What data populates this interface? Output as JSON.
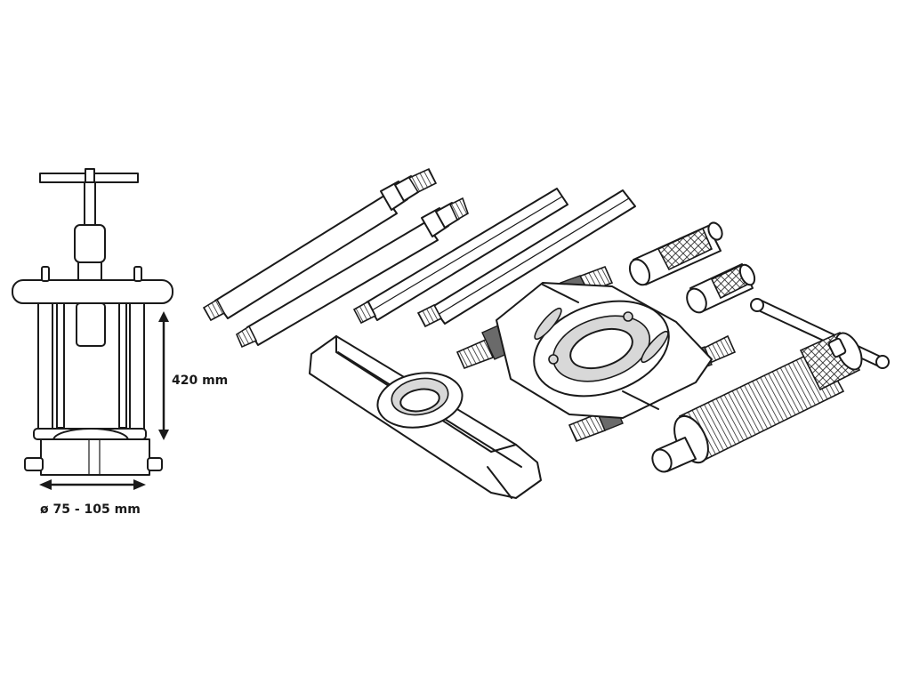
{
  "diagram": {
    "dimensions": {
      "height_label": "420 mm",
      "diameter_label": "ø 75 - 105 mm"
    },
    "parts": [
      "assembled-puller",
      "threaded-rod-long-1",
      "threaded-rod-long-2",
      "hex-extension-rod-1",
      "hex-extension-rod-2",
      "adapter-sleeve-1",
      "adapter-sleeve-2",
      "bearing-separator",
      "cross-bar",
      "spindle-with-t-handle"
    ]
  }
}
